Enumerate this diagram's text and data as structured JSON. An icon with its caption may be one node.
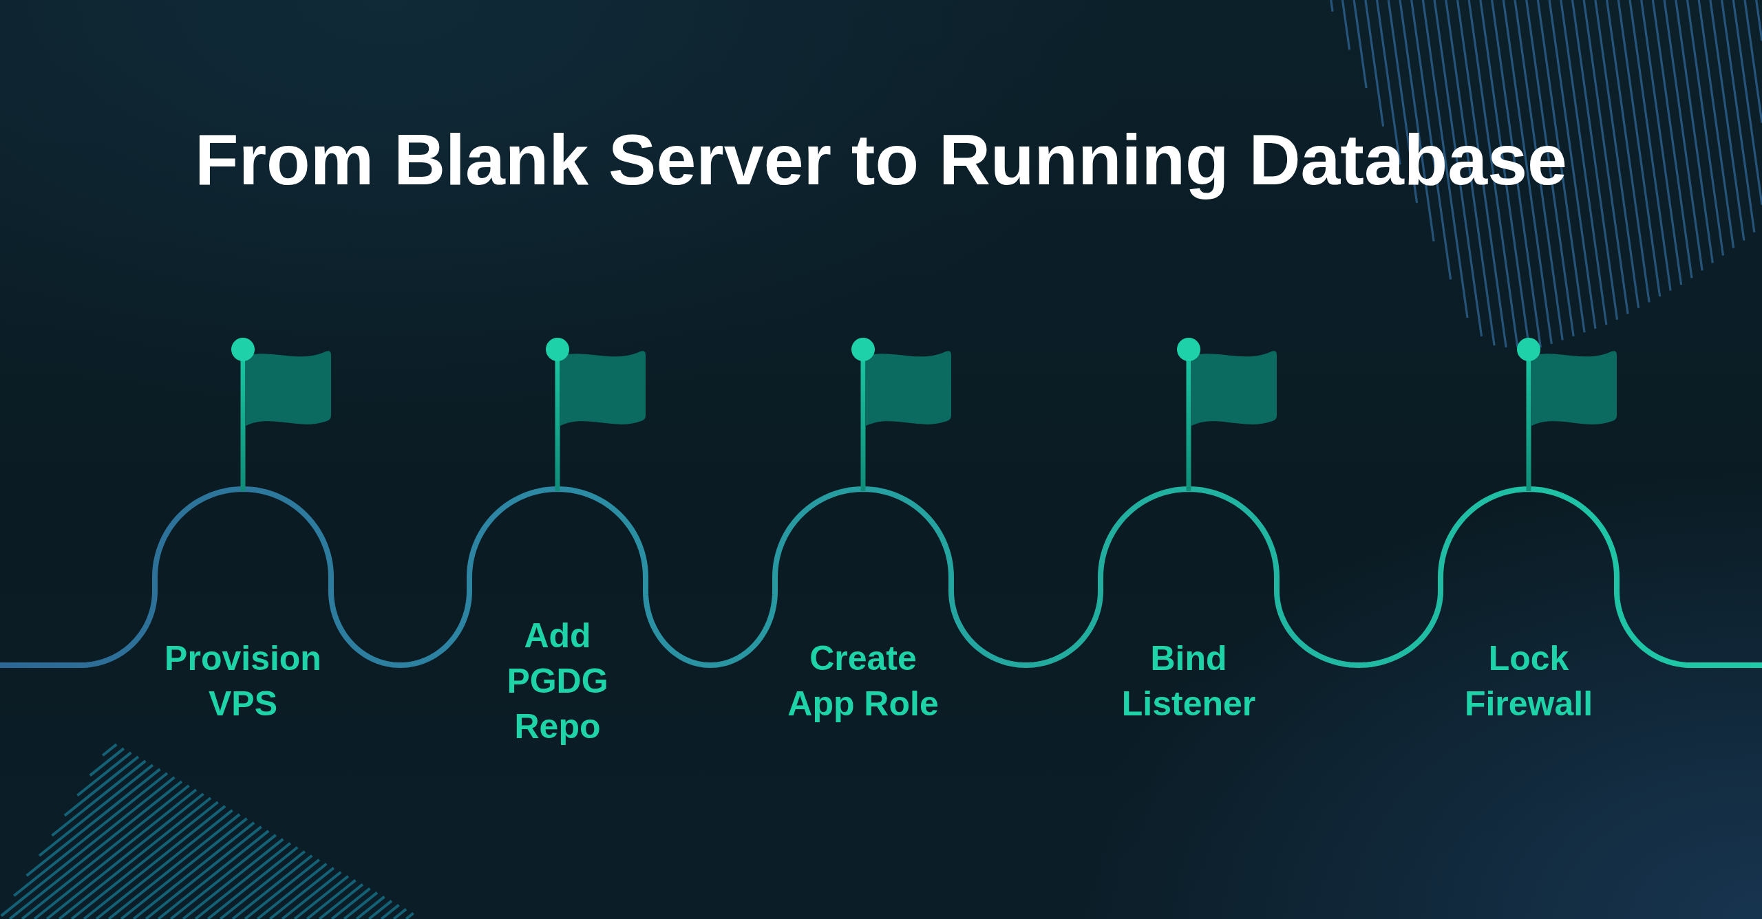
{
  "diagram": {
    "title": "From Blank Server to Running Database",
    "nodes": [
      {
        "text": [
          "Provision VPS"
        ]
      },
      {
        "text": [
          "Add PGDG Repo"
        ]
      },
      {
        "text": [
          "Create App Role"
        ]
      },
      {
        "text": [
          "Bind Listener"
        ]
      },
      {
        "text": [
          "Lock Firewall"
        ]
      }
    ],
    "edges": [
      {
        "from": null,
        "to": 0,
        "arrow": "none"
      },
      {
        "from": 0,
        "to": 1,
        "arrow": "none"
      },
      {
        "from": 1,
        "to": 2,
        "arrow": "none"
      },
      {
        "from": 2,
        "to": 3,
        "arrow": "none"
      },
      {
        "from": 3,
        "to": 4,
        "arrow": "none"
      },
      {
        "from": 4,
        "to": null,
        "arrow": "none"
      }
    ]
  }
}
